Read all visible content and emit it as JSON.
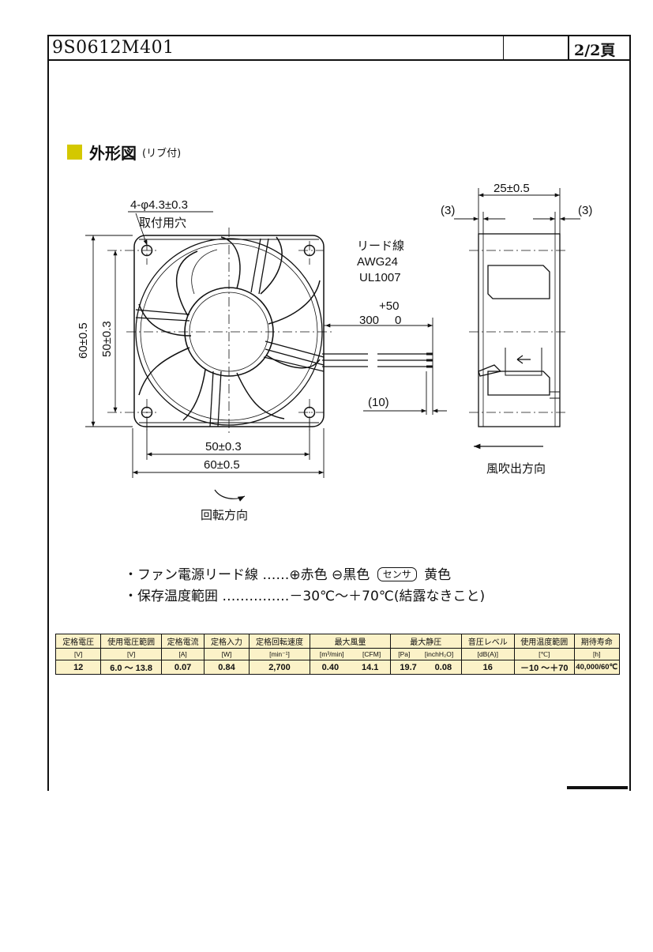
{
  "header": {
    "doc_number": "9S0612M401",
    "page": "2/2頁"
  },
  "section": {
    "title": "外形図",
    "subtitle": "(リブ付)"
  },
  "drawing": {
    "hole_spec": "4-φ4.3±0.3",
    "hole_label": "取付用穴",
    "lead_wire": [
      "リード線",
      "AWG24",
      "UL1007"
    ],
    "lead_length_tol": "+50",
    "lead_length": "300",
    "lead_length_tol_low": "0",
    "strip_length": "(10)",
    "dim_60_v": "60±0.5",
    "dim_50_v": "50±0.3",
    "dim_50_h": "50±0.3",
    "dim_60_h": "60±0.5",
    "depth": "25±0.5",
    "side_left": "(3)",
    "side_right": "(3)",
    "rotation": "回転方向",
    "airflow": "風吹出方向"
  },
  "notes": {
    "lead_prefix": "・ファン電源リード線 ……⊕赤色 ⊖黒色",
    "sensor": "センサ",
    "lead_suffix": "黄色",
    "storage": "・保存温度範囲 ……………－30℃～＋70℃(結露なきこと)"
  },
  "table": {
    "headers": [
      "定格電圧",
      "使用電圧範囲",
      "定格電流",
      "定格入力",
      "定格回転速度",
      "最大風量",
      "最大静圧",
      "音圧レベル",
      "使用温度範囲",
      "期待寿命"
    ],
    "units": [
      "[V]",
      "[V]",
      "[A]",
      "[W]",
      "[min⁻¹]",
      "[m³/min]",
      "[CFM]",
      "[Pa]",
      "[inchH₂O]",
      "[dB(A)]",
      "[℃]",
      "[h]"
    ],
    "values": [
      "12",
      "6.0 ～ 13.8",
      "0.07",
      "0.84",
      "2,700",
      "0.40",
      "14.1",
      "19.7",
      "0.08",
      "16",
      "－10 ～＋70",
      "40,000/60℃"
    ]
  }
}
